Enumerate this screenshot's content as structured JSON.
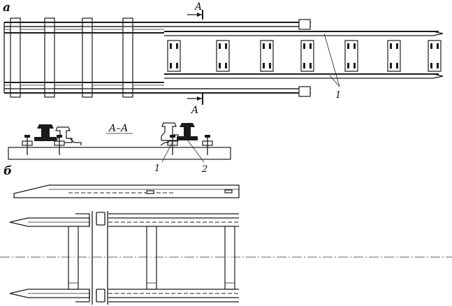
{
  "labels": {
    "panel_a": "а",
    "panel_b": "б",
    "section_mark_top": "A",
    "section_mark_bottom": "A",
    "section_title": "A–A",
    "callout_plan": "1",
    "callout_section_1": "1",
    "callout_section_2": "2"
  }
}
